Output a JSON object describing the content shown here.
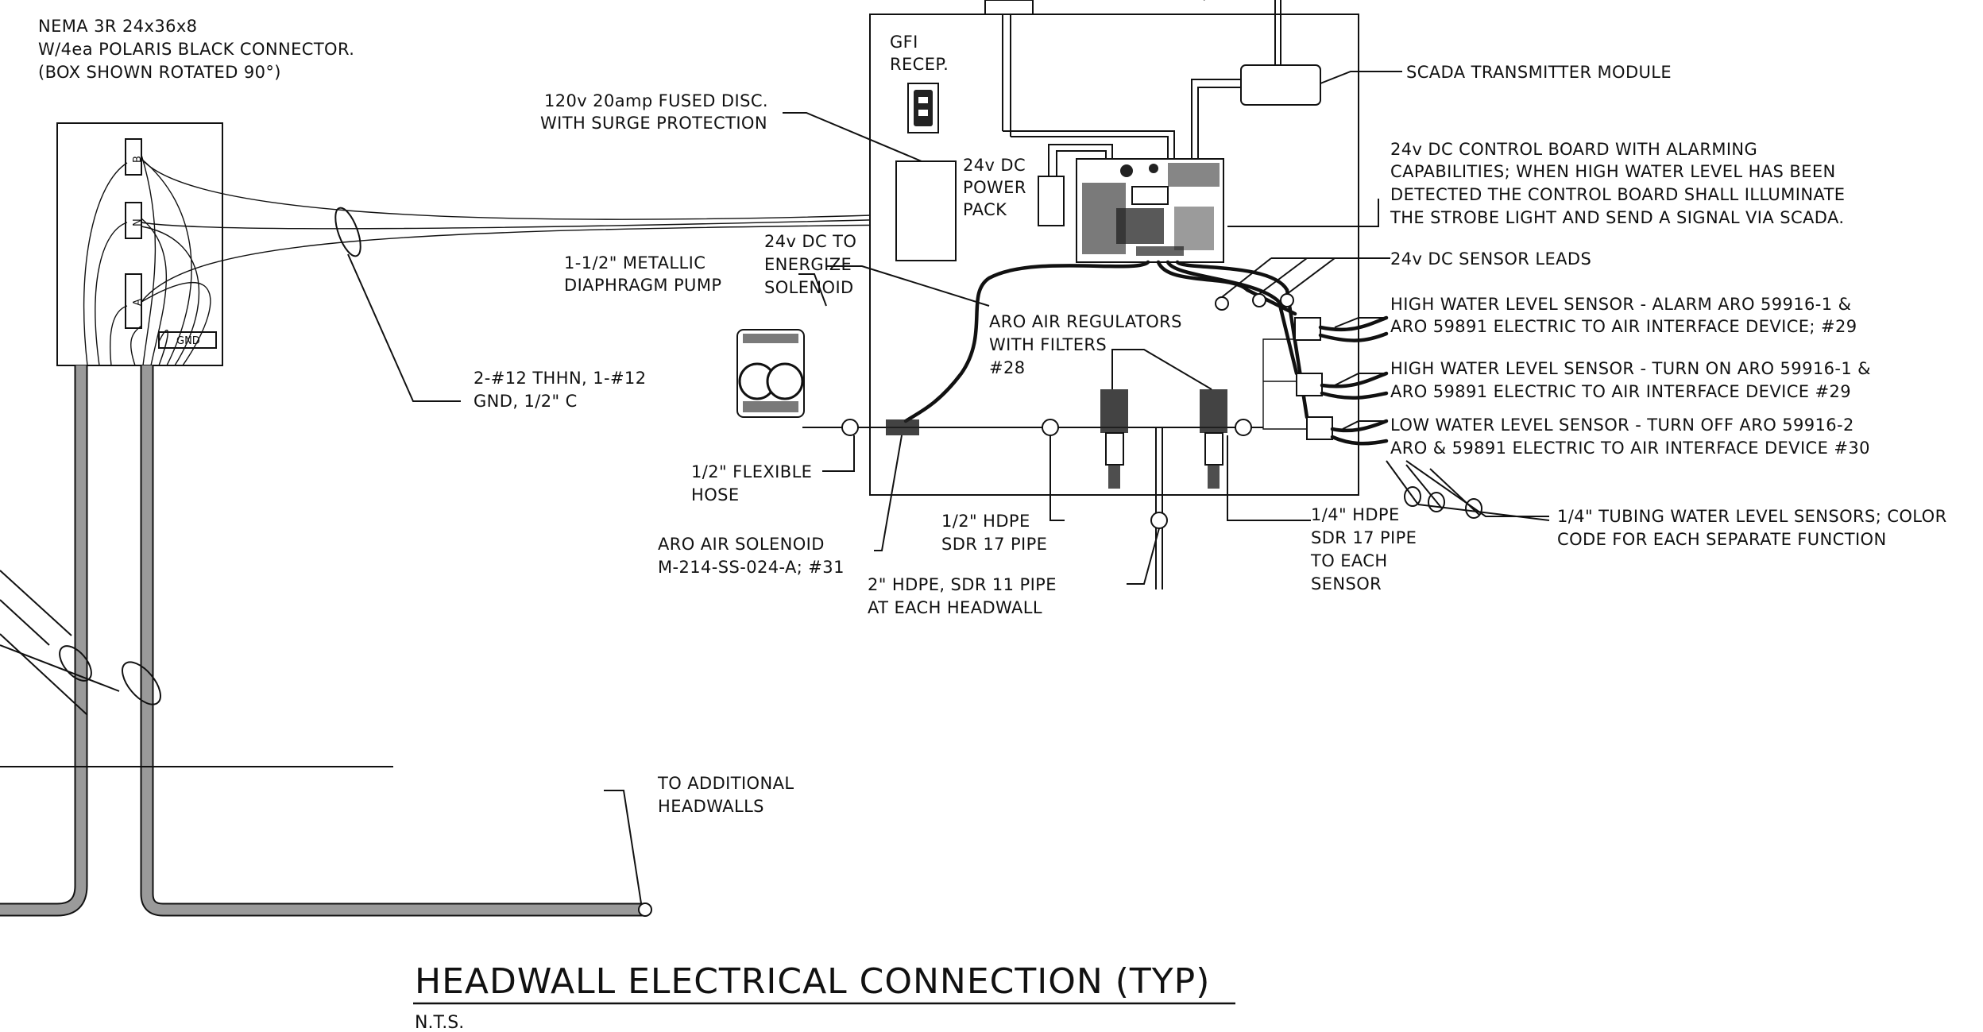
{
  "enclosure_note": {
    "line1": "NEMA 3R 24x36x8",
    "line2": "W/4ea POLARIS BLACK CONNECTOR.",
    "line3": "(BOX SHOWN ROTATED 90°)"
  },
  "connector_labels": {
    "b": "B",
    "n": "N",
    "a": "A",
    "gnd": "GND"
  },
  "labels": {
    "gfi": [
      "GFI",
      "RECEP."
    ],
    "fused_disc": [
      "120v 20amp FUSED DISC.",
      "WITH SURGE PROTECTION"
    ],
    "power_pack": [
      "24v DC",
      "POWER",
      "PACK"
    ],
    "scada": "SCADA TRANSMITTER MODULE",
    "control_board": [
      "24v DC CONTROL BOARD WITH ALARMING",
      "CAPABILITIES; WHEN HIGH WATER LEVEL HAS BEEN",
      "DETECTED THE CONTROL BOARD SHALL ILLUMINATE",
      "THE STROBE LIGHT AND SEND A SIGNAL VIA SCADA."
    ],
    "solenoid_power": [
      "24v DC TO",
      "ENERGIZE",
      "SOLENOID"
    ],
    "pump": [
      "1-1/2\" METALLIC",
      "DIAPHRAGM PUMP"
    ],
    "sensor_leads": "24v DC SENSOR LEADS",
    "high_alarm": [
      "HIGH WATER LEVEL SENSOR - ALARM ARO 59916-1 &",
      "ARO 59891 ELECTRIC TO AIR INTERFACE DEVICE; #29"
    ],
    "high_on": [
      "HIGH WATER LEVEL SENSOR - TURN ON ARO 59916-1 &",
      "ARO 59891 ELECTRIC TO AIR INTERFACE DEVICE #29"
    ],
    "low_off": [
      "LOW WATER LEVEL SENSOR - TURN OFF ARO 59916-2",
      "ARO & 59891 ELECTRIC TO AIR INTERFACE DEVICE #30"
    ],
    "regulators": [
      "ARO AIR REGULATORS",
      "WITH FILTERS",
      "#28"
    ],
    "wires": [
      "2-#12 THHN, 1-#12",
      "GND, 1/2\" C"
    ],
    "flex_hose": [
      "1/2\" FLEXIBLE",
      "HOSE"
    ],
    "air_solenoid": [
      "ARO AIR SOLENOID",
      "M-214-SS-024-A; #31"
    ],
    "hdpe_half": [
      "1/2\" HDPE",
      "SDR 17 PIPE"
    ],
    "hdpe_two": [
      "2\" HDPE, SDR 11 PIPE",
      "AT EACH HEADWALL"
    ],
    "hdpe_quarter": [
      "1/4\" HDPE",
      "SDR 17 PIPE",
      "TO EACH",
      "SENSOR"
    ],
    "tubing": [
      "1/4\" TUBING WATER LEVEL SENSORS; COLOR",
      "CODE FOR EACH SEPARATE FUNCTION"
    ],
    "additional": [
      "TO ADDITIONAL",
      "HEADWALLS"
    ]
  },
  "title": "HEADWALL ELECTRICAL CONNECTION (TYP)",
  "subtitle": "N.T.S."
}
